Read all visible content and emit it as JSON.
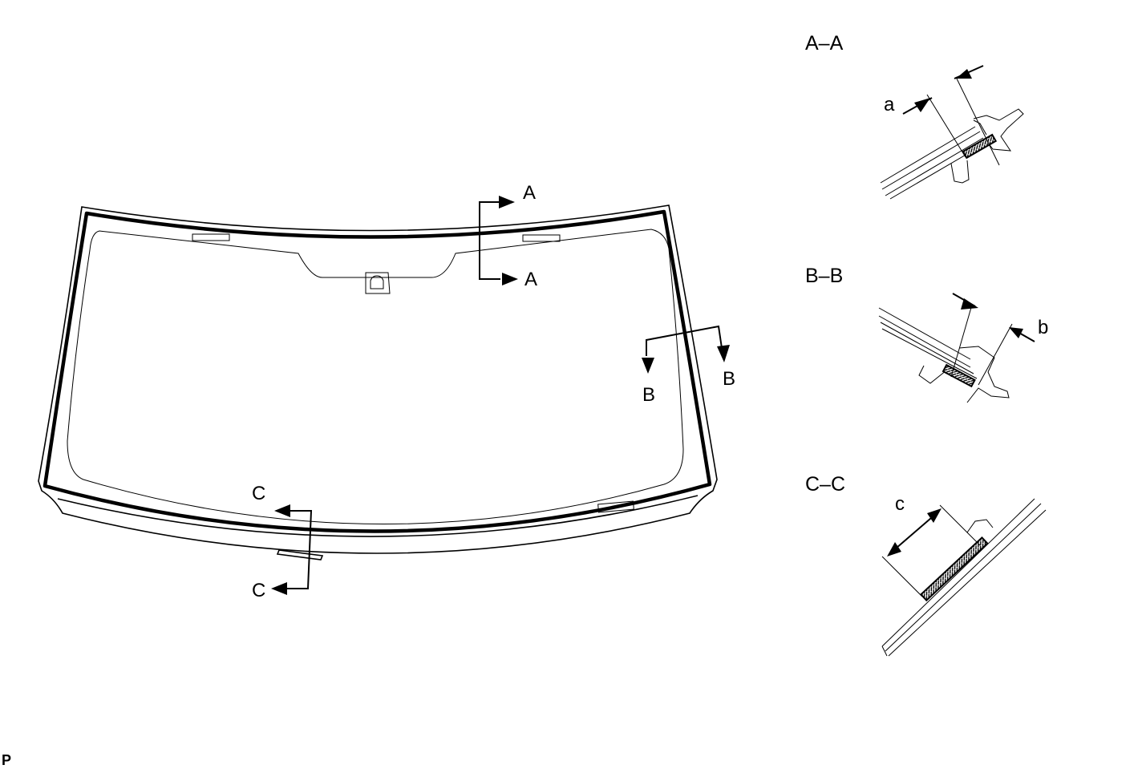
{
  "main_view": {
    "markers": {
      "a_top": "A",
      "a_bottom": "A",
      "b_left": "B",
      "b_right": "B",
      "c_top": "C",
      "c_bottom": "C"
    }
  },
  "sections": {
    "aa": {
      "title": "A–A",
      "dimension": "a"
    },
    "bb": {
      "title": "B–B",
      "dimension": "b"
    },
    "cc": {
      "title": "C–C",
      "dimension": "c"
    }
  },
  "corner_mark": "P"
}
